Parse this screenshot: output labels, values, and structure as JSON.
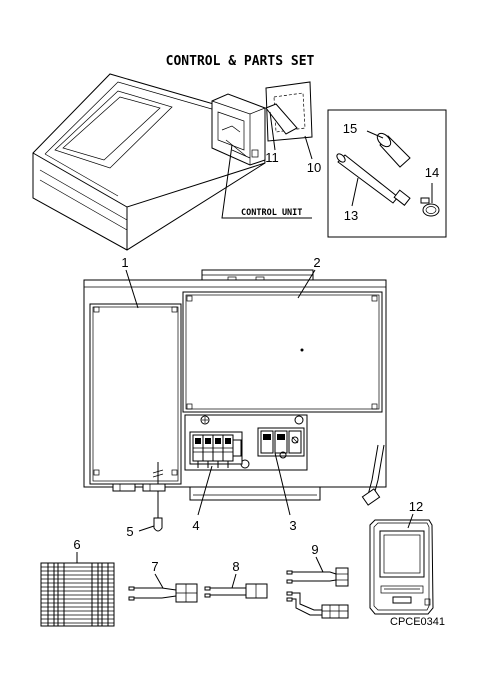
{
  "title": "CONTROL & PARTS SET",
  "control_unit_label": "CONTROL UNIT",
  "drawing_code": "CPCE0341",
  "callouts": [
    "1",
    "2",
    "3",
    "4",
    "5",
    "6",
    "7",
    "8",
    "9",
    "10",
    "11",
    "12",
    "13",
    "14",
    "15"
  ]
}
